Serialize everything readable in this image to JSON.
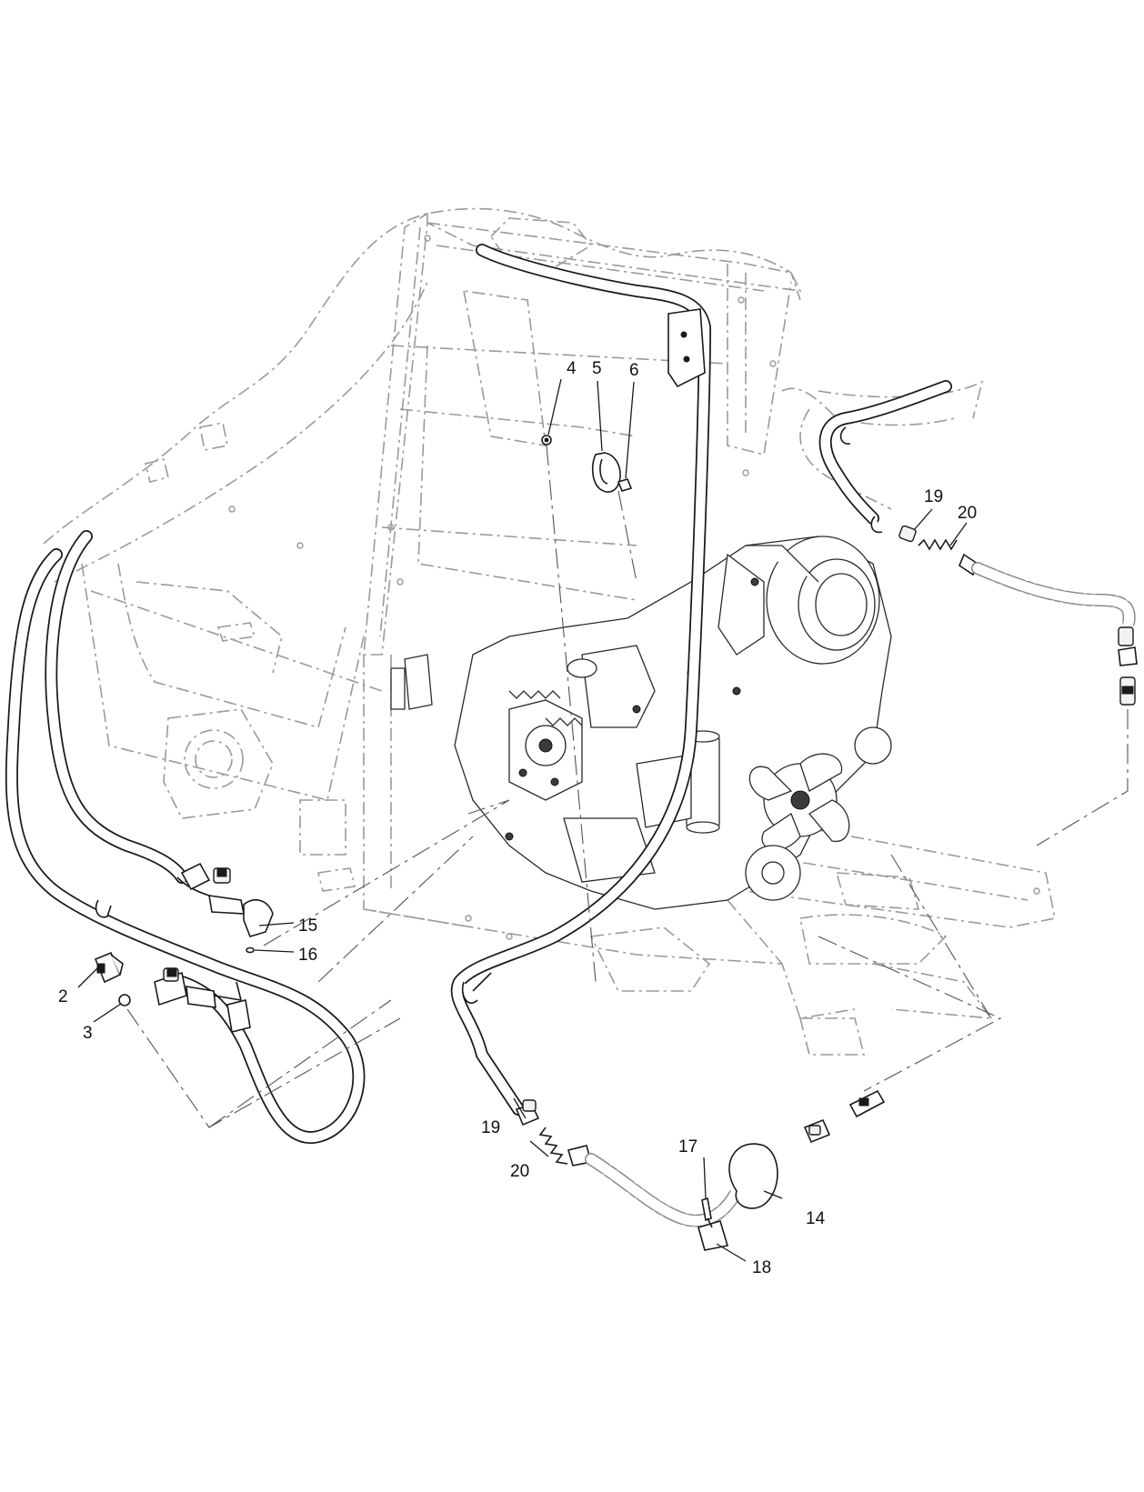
{
  "callouts": [
    {
      "id": "c-2",
      "text": "2"
    },
    {
      "id": "c-3",
      "text": "3"
    },
    {
      "id": "c-4",
      "text": "4"
    },
    {
      "id": "c-5",
      "text": "5"
    },
    {
      "id": "c-6",
      "text": "6"
    },
    {
      "id": "c-14",
      "text": "14"
    },
    {
      "id": "c-15",
      "text": "15"
    },
    {
      "id": "c-16",
      "text": "16"
    },
    {
      "id": "c-17",
      "text": "17"
    },
    {
      "id": "c-18",
      "text": "18"
    },
    {
      "id": "c-19a",
      "text": "19"
    },
    {
      "id": "c-20a",
      "text": "20"
    },
    {
      "id": "c-19b",
      "text": "19"
    },
    {
      "id": "c-20b",
      "text": "20"
    }
  ]
}
